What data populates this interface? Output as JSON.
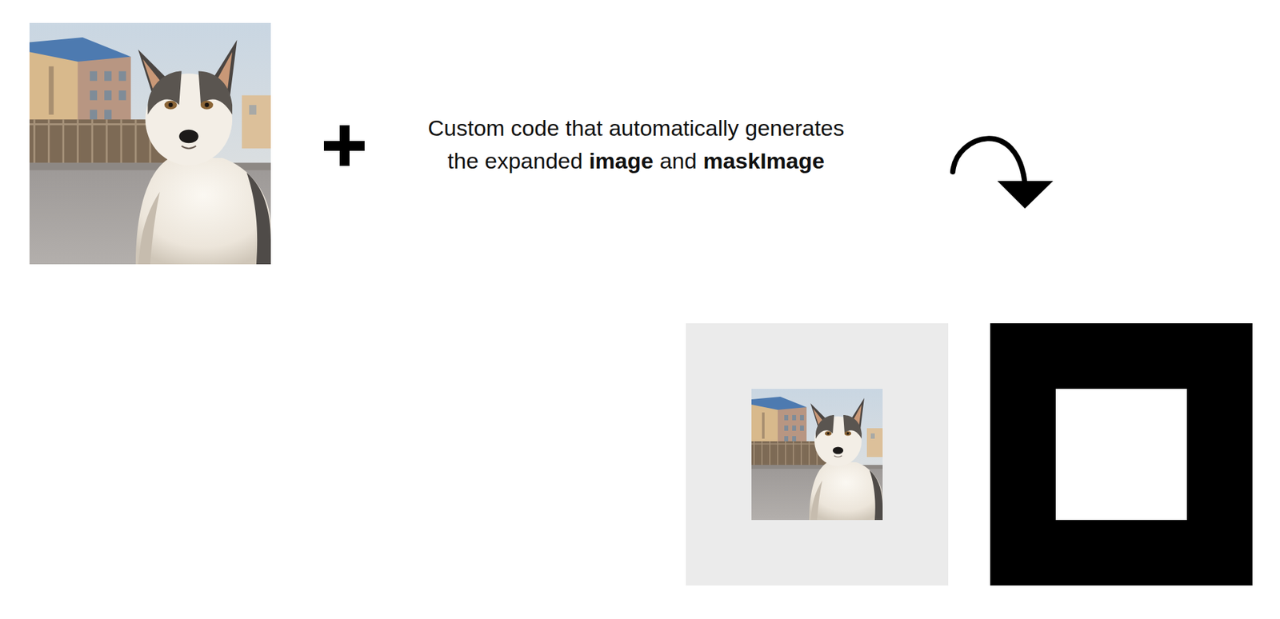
{
  "diagram": {
    "labels": [
      "Custom code that automatically generates",
      "the expanded",
      "image",
      "and",
      "maskImage"
    ]
  }
}
